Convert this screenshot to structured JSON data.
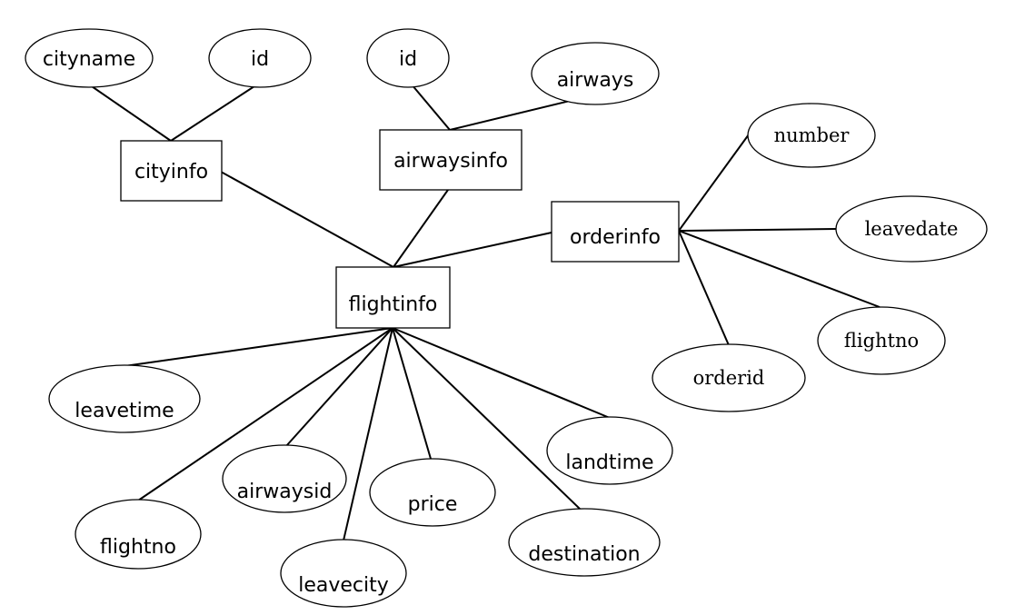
{
  "entities": {
    "cityinfo": "cityinfo",
    "airwaysinfo": "airwaysinfo",
    "flightinfo": "flightinfo",
    "orderinfo": "orderinfo"
  },
  "attributes": {
    "cityinfo": {
      "cityname": "cityname",
      "id": "id"
    },
    "airwaysinfo": {
      "id": "id",
      "airways": "airways"
    },
    "orderinfo": {
      "number": "number",
      "leavedate": "leavedate",
      "flightno": "flightno",
      "orderid": "orderid"
    },
    "flightinfo": {
      "leavetime": "leavetime",
      "flightno": "flightno",
      "airwaysid": "airwaysid",
      "leavecity": "leavecity",
      "price": "price",
      "destination": "destination",
      "landtime": "landtime"
    }
  }
}
